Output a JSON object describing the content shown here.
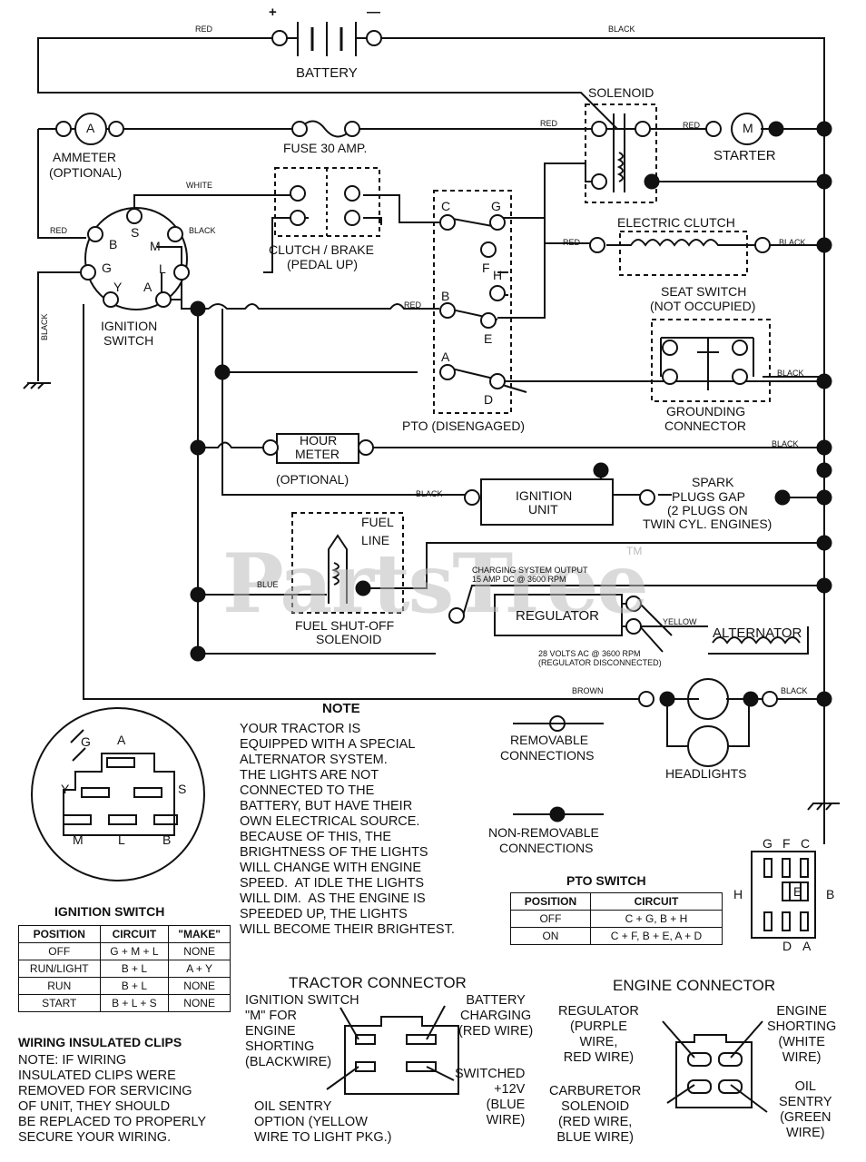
{
  "watermark": "PartsTree",
  "watermark_tm": "TM",
  "components": {
    "battery": "BATTERY",
    "battery_plus": "+",
    "battery_minus": "—",
    "solenoid": "SOLENOID",
    "ammeter": [
      "AMMETER",
      "(OPTIONAL)"
    ],
    "ammeter_symbol": "A",
    "fuse": "FUSE 30 AMP.",
    "starter": "STARTER",
    "starter_symbol": "M",
    "clutch_brake": [
      "CLUTCH / BRAKE",
      "(PEDAL UP)"
    ],
    "electric_clutch": "ELECTRIC CLUTCH",
    "seat_switch": [
      "SEAT SWITCH",
      "(NOT OCCUPIED)"
    ],
    "grounding_connector": [
      "GROUNDING",
      "CONNECTOR"
    ],
    "ignition_switch": [
      "IGNITION",
      "SWITCH"
    ],
    "pto": "PTO (DISENGAGED)",
    "hour_meter": [
      "HOUR",
      "METER"
    ],
    "hour_meter_optional": "(OPTIONAL)",
    "ignition_unit": [
      "IGNITION",
      "UNIT"
    ],
    "spark_plugs": [
      "SPARK",
      "PLUGS GAP",
      "(2 PLUGS ON",
      "TWIN CYL. ENGINES)"
    ],
    "fuel_line": [
      "FUEL",
      "LINE"
    ],
    "fuel_solenoid": [
      "FUEL SHUT-OFF",
      "SOLENOID"
    ],
    "charging_output": [
      "CHARGING SYSTEM OUTPUT",
      "15 AMP DC @ 3600 RPM"
    ],
    "regulator": "REGULATOR",
    "alternator": "ALTERNATOR",
    "alternator_volts": [
      "28 VOLTS AC @ 3600 RPM",
      "(REGULATOR DISCONNECTED)"
    ],
    "headlights": "HEADLIGHTS"
  },
  "terminals": {
    "ignition": {
      "b": "B",
      "s": "S",
      "m": "M",
      "g": "G",
      "l": "L",
      "y": "Y",
      "a": "A"
    },
    "pto": {
      "c": "C",
      "g": "G",
      "f": "F",
      "h": "H",
      "b": "B",
      "e": "E",
      "a": "A",
      "d": "D"
    }
  },
  "wires": {
    "red_battery": "RED",
    "black_battery": "BLACK",
    "red_solenoid": "RED",
    "red_starter": "RED",
    "white": "WHITE",
    "red_ign": "RED",
    "black_ign": "BLACK",
    "black_ground": "BLACK",
    "red_pto_b": "RED",
    "red_clutch": "RED",
    "black_clutch": "BLACK",
    "black_seat": "BLACK",
    "black_hour": "BLACK",
    "black_unit": "BLACK",
    "blue": "BLUE",
    "yellow": "YELLOW",
    "brown": "BROWN",
    "black_lights": "BLACK"
  },
  "note": {
    "title": "NOTE",
    "text": "YOUR TRACTOR IS\nEQUIPPED WITH A SPECIAL\nALTERNATOR SYSTEM.\nTHE LIGHTS ARE NOT\nCONNECTED TO THE\nBATTERY, BUT HAVE THEIR\nOWN ELECTRICAL SOURCE.\nBECAUSE OF THIS, THE\nBRIGHTNESS OF THE LIGHTS\nWILL CHANGE WITH ENGINE\nSPEED.  AT IDLE THE LIGHTS\nWILL DIM.  AS THE ENGINE IS\nSPEEDED UP, THE LIGHTS\nWILL BECOME THEIR BRIGHTEST."
  },
  "legend": {
    "removable": [
      "REMOVABLE",
      "CONNECTIONS"
    ],
    "non_removable": [
      "NON-REMOVABLE",
      "CONNECTIONS"
    ]
  },
  "ignition_face": {
    "g": "G",
    "a": "A",
    "y": "Y",
    "s": "S",
    "m": "M",
    "l": "L",
    "b": "B"
  },
  "ignition_table": {
    "title": "IGNITION SWITCH",
    "headers": [
      "POSITION",
      "CIRCUIT",
      "\"MAKE\""
    ],
    "rows": [
      [
        "OFF",
        "G + M + L",
        "NONE"
      ],
      [
        "RUN/LIGHT",
        "B + L",
        "A + Y"
      ],
      [
        "RUN",
        "B + L",
        "NONE"
      ],
      [
        "START",
        "B + L + S",
        "NONE"
      ]
    ]
  },
  "pto_table": {
    "title": "PTO SWITCH",
    "headers": [
      "POSITION",
      "CIRCUIT"
    ],
    "rows": [
      [
        "OFF",
        "C + G, B + H"
      ],
      [
        "ON",
        "C + F, B + E, A + D"
      ]
    ]
  },
  "pto_face": {
    "g": "G",
    "f": "F",
    "c": "C",
    "h": "H",
    "e": "E",
    "b": "B",
    "d": "D",
    "a": "A"
  },
  "wiring_clips": {
    "title": "WIRING INSULATED CLIPS",
    "text": "NOTE: IF WIRING\nINSULATED CLIPS WERE\nREMOVED FOR SERVICING\nOF UNIT, THEY SHOULD\nBE REPLACED TO PROPERLY\nSECURE YOUR WIRING."
  },
  "tractor_connector": {
    "title": "TRACTOR CONNECTOR",
    "ign_m": "IGNITION SWITCH\n\"M\" FOR\nENGINE\nSHORTING\n(BLACKWIRE)",
    "battery": "BATTERY\nCHARGING\n(RED WIRE)",
    "switched": "SWITCHED\n+12V\n(BLUE\nWIRE)",
    "oil": "OIL SENTRY\nOPTION (YELLOW\nWIRE TO LIGHT PKG.)"
  },
  "engine_connector": {
    "title": "ENGINE CONNECTOR",
    "regulator": "REGULATOR\n(PURPLE\nWIRE,\nRED WIRE)",
    "engine": "ENGINE\nSHORTING\n(WHITE\nWIRE)",
    "carb": "CARBURETOR\nSOLENOID\n(RED WIRE,\nBLUE WIRE)",
    "oil": "OIL\nSENTRY\n(GREEN\nWIRE)"
  }
}
